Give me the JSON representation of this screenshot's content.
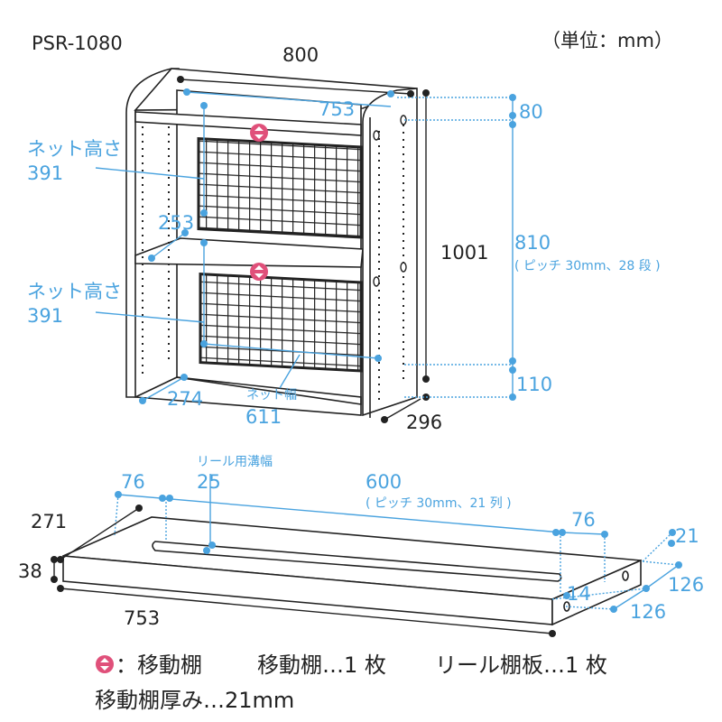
{
  "title": "PSR-1080",
  "unit": "（単位：mm）",
  "colors": {
    "dimension": "#4aa3df",
    "line": "#222222",
    "move_marker": "#e0507a"
  },
  "bookshelf": {
    "width": "800",
    "inner_width": "753",
    "top_offset": "80",
    "net_height_label_1": "ネット高さ",
    "net_height_1": "391",
    "shelf_depth": "253",
    "height": "1001",
    "pitch_range": "810",
    "pitch_note": "( ピッチ 30mm、28 段 )",
    "net_height_label_2": "ネット高さ",
    "net_height_2": "391",
    "inner_depth": "274",
    "net_width_label": "ネット幅",
    "net_width": "611",
    "bottom_offset": "110",
    "depth": "296"
  },
  "reel_shelf": {
    "groove_label": "リール用溝幅",
    "groove_width": "25",
    "left_margin": "76",
    "pitch_range": "600",
    "pitch_note": "( ピッチ 30mm、21 列 )",
    "right_margin": "76",
    "depth": "271",
    "thickness": "38",
    "width": "753",
    "edge_21": "21",
    "edge_126_a": "126",
    "edge_14": "14",
    "edge_126_b": "126"
  },
  "legend": {
    "marker_label": "：移動棚",
    "item1": "移動棚…1 枚",
    "item2": "リール棚板…1 枚",
    "item3": "移動棚厚み…21mm"
  }
}
